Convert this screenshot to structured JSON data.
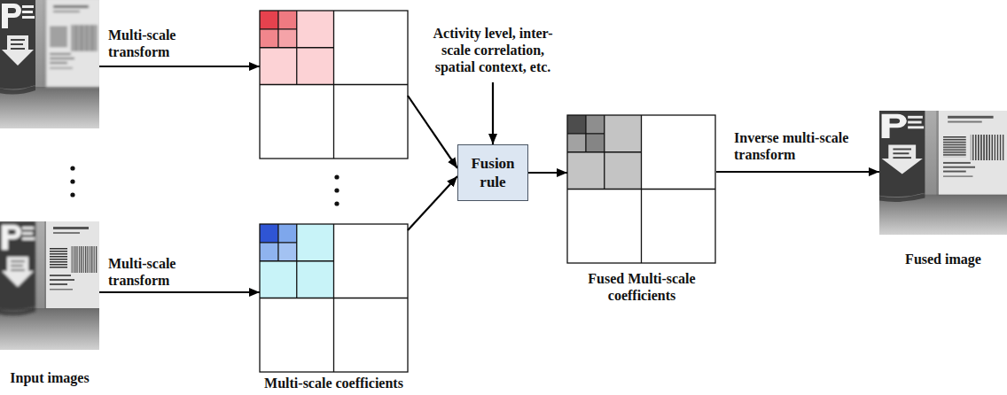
{
  "diagram": {
    "nodes": [
      {
        "text": [
          "Input images"
        ]
      },
      {
        "text": [
          "Multi-scale coefficients"
        ]
      },
      {
        "text": [
          "Fusion rule"
        ]
      },
      {
        "text": [
          "Fused Multi-scale coefficients"
        ]
      },
      {
        "text": [
          "Fused image"
        ]
      }
    ],
    "edges": [
      {
        "from": 0,
        "to": 1,
        "arrow": "to",
        "label": "Multi-scale transform"
      },
      {
        "from": 1,
        "to": 2,
        "arrow": "to"
      },
      {
        "from": 2,
        "to": 3,
        "arrow": "to"
      },
      {
        "from": 3,
        "to": 4,
        "arrow": "to",
        "label": "Inverse multi-scale transform"
      }
    ],
    "labels": [
      "Multi-scale transform",
      "Activity level, inter-scale correlation, spatial context, etc."
    ]
  }
}
